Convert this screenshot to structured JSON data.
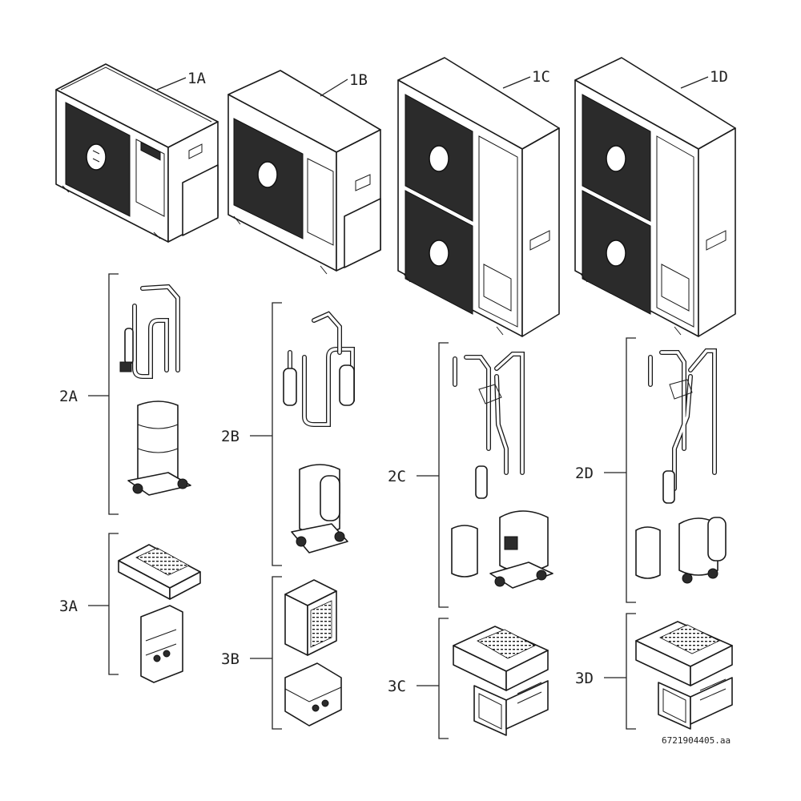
{
  "units": [
    {
      "id": "1A",
      "label": "1A"
    },
    {
      "id": "1B",
      "label": "1B"
    },
    {
      "id": "1C",
      "label": "1C"
    },
    {
      "id": "1D",
      "label": "1D"
    }
  ],
  "refrigerant_groups": [
    {
      "id": "2A",
      "label": "2A"
    },
    {
      "id": "2B",
      "label": "2B"
    },
    {
      "id": "2C",
      "label": "2C"
    },
    {
      "id": "2D",
      "label": "2D"
    }
  ],
  "electronics_groups": [
    {
      "id": "3A",
      "label": "3A"
    },
    {
      "id": "3B",
      "label": "3B"
    },
    {
      "id": "3C",
      "label": "3C"
    },
    {
      "id": "3D",
      "label": "3D"
    }
  ],
  "reference_code": "6721904405.aa",
  "colors": {
    "line": "#1a1a1a",
    "grille": "#2b2b2b",
    "background": "#ffffff"
  }
}
